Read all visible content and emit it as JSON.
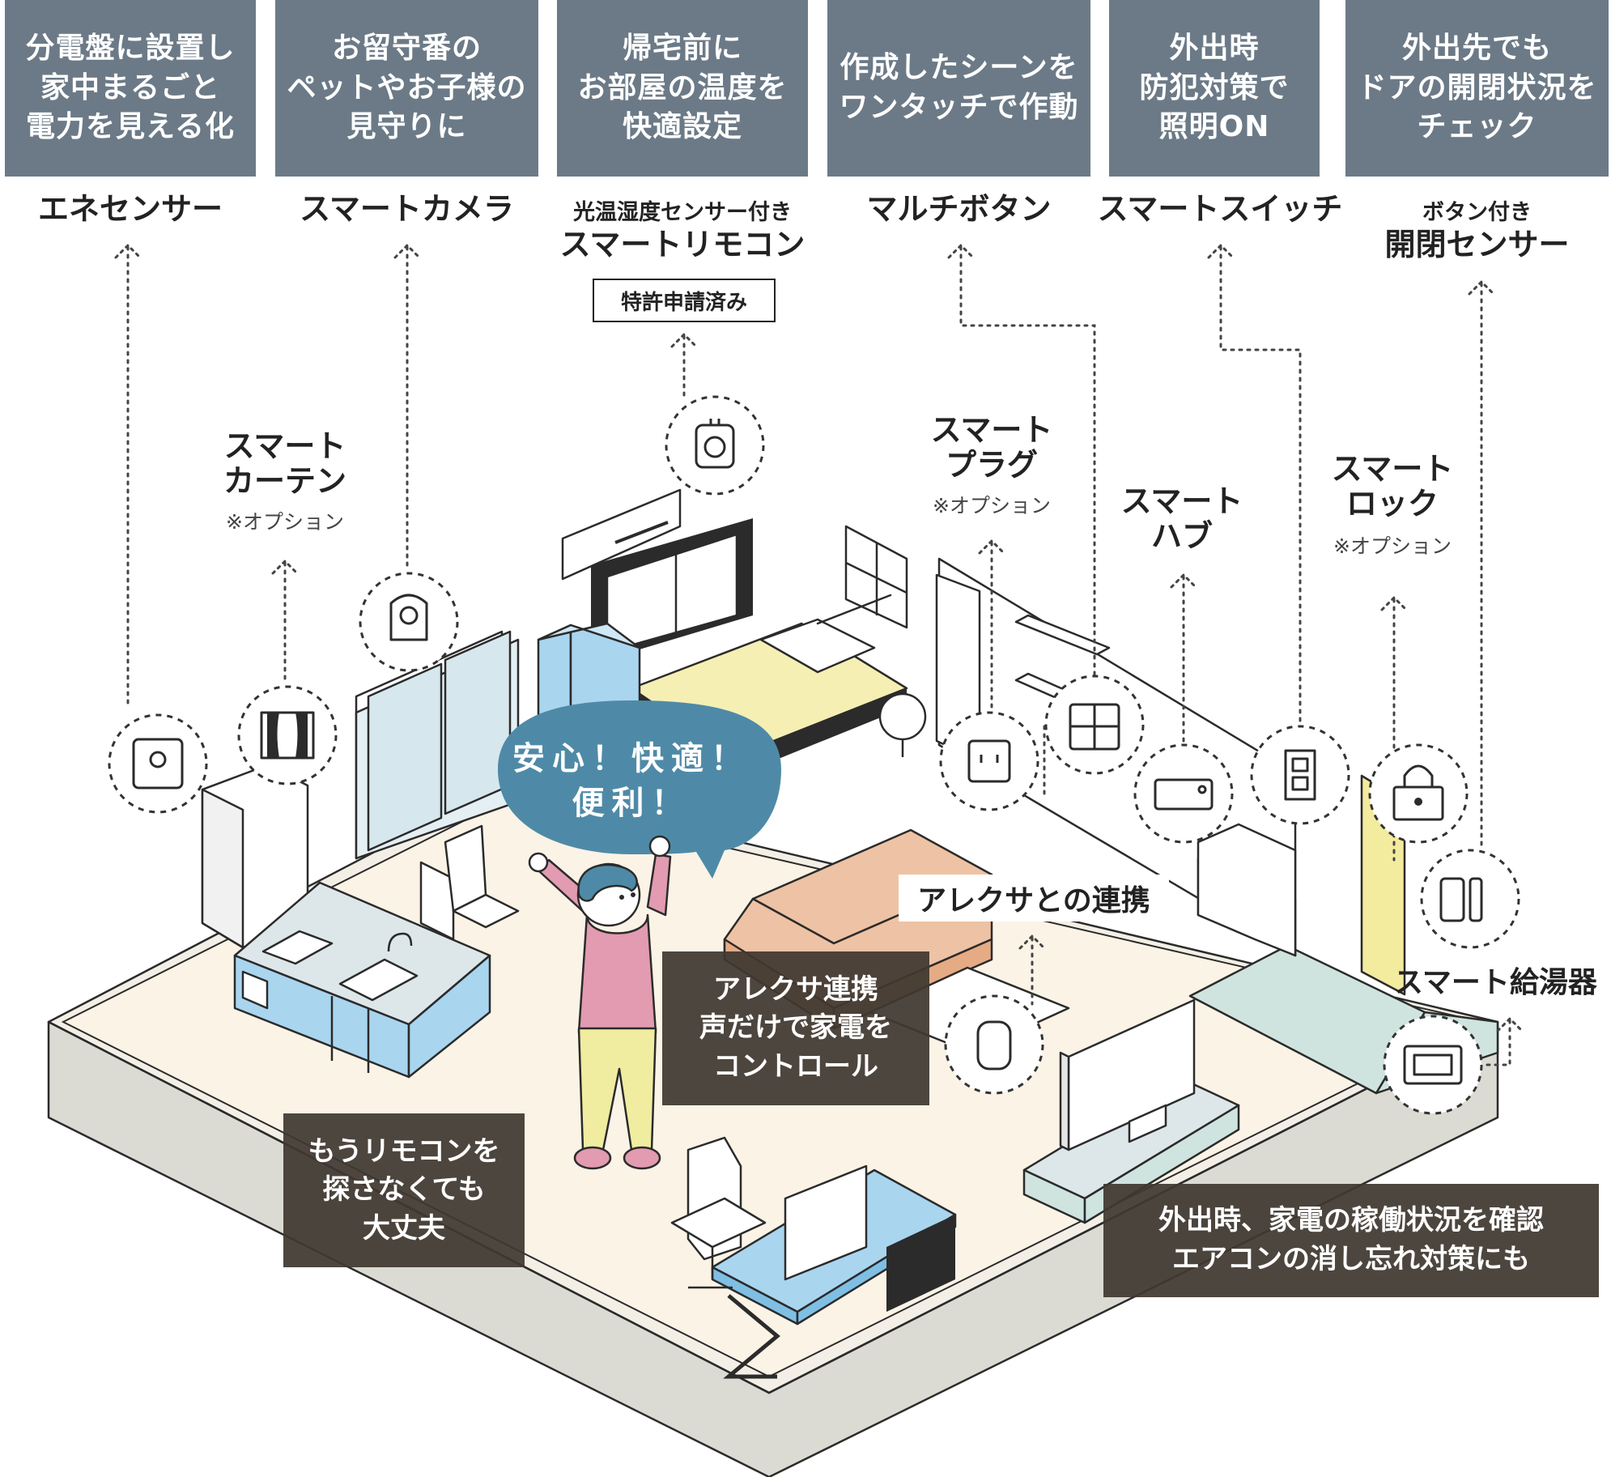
{
  "top_features": [
    {
      "text": "分電盤に設置し\n家中まるごと\n電力を見える化"
    },
    {
      "text": "お留守番の\nペットやお子様の\n見守りに"
    },
    {
      "text": "帰宅前に\nお部屋の温度を\n快適設定"
    },
    {
      "text": "作成したシーンを\nワンタッチで作動"
    },
    {
      "text": "外出時\n防犯対策で\n照明ON"
    },
    {
      "text": "外出先でも\nドアの開閉状況を\nチェック"
    }
  ],
  "devices": {
    "ene_sensor": "エネセンサー",
    "camera": "スマートカメラ",
    "remote_sub": "光温湿度センサー付き",
    "remote": "スマートリモコン",
    "patent": "特許申請済み",
    "multi_button": "マルチボタン",
    "smart_switch": "スマートスイッチ",
    "open_sensor_sub": "ボタン付き",
    "open_sensor": "開閉センサー"
  },
  "room_devices": {
    "curtain": "スマート\nカーテン",
    "curtain_note": "※オプション",
    "plug": "スマート\nプラグ",
    "plug_note": "※オプション",
    "hub": "スマート\nハブ",
    "lock": "スマート\nロック",
    "lock_note": "※オプション",
    "water_heater": "スマート給湯器",
    "alexa": "アレクサとの連携"
  },
  "bubble": "安心！快適！\n便利！",
  "callouts": {
    "alexa_control": "アレクサ連携\n声だけで家電を\nコントロール",
    "remote_search": "もうリモコンを\n探さなくても\n大丈夫",
    "away_check": "外出時、家電の稼働状況を確認\nエアコンの消し忘れ対策にも"
  },
  "icons": [
    "ene-sensor-icon",
    "curtain-icon",
    "camera-icon",
    "remote-icon",
    "plug-icon",
    "multi-button-icon",
    "hub-icon",
    "switch-icon",
    "lock-icon",
    "open-sensor-icon",
    "water-heater-icon",
    "speaker-icon"
  ],
  "colors": {
    "header_box": "#6c7a87",
    "bubble": "#4e8aa7",
    "callout": "#403830",
    "floor": "#fbf3e6",
    "base": "#dcdbd3",
    "sofa": "#eec2a4",
    "blue_furniture": "#a9d5ef",
    "bedding": "#f5efb4",
    "person_shirt": "#e29bb1",
    "person_pants": "#f0eca0"
  }
}
